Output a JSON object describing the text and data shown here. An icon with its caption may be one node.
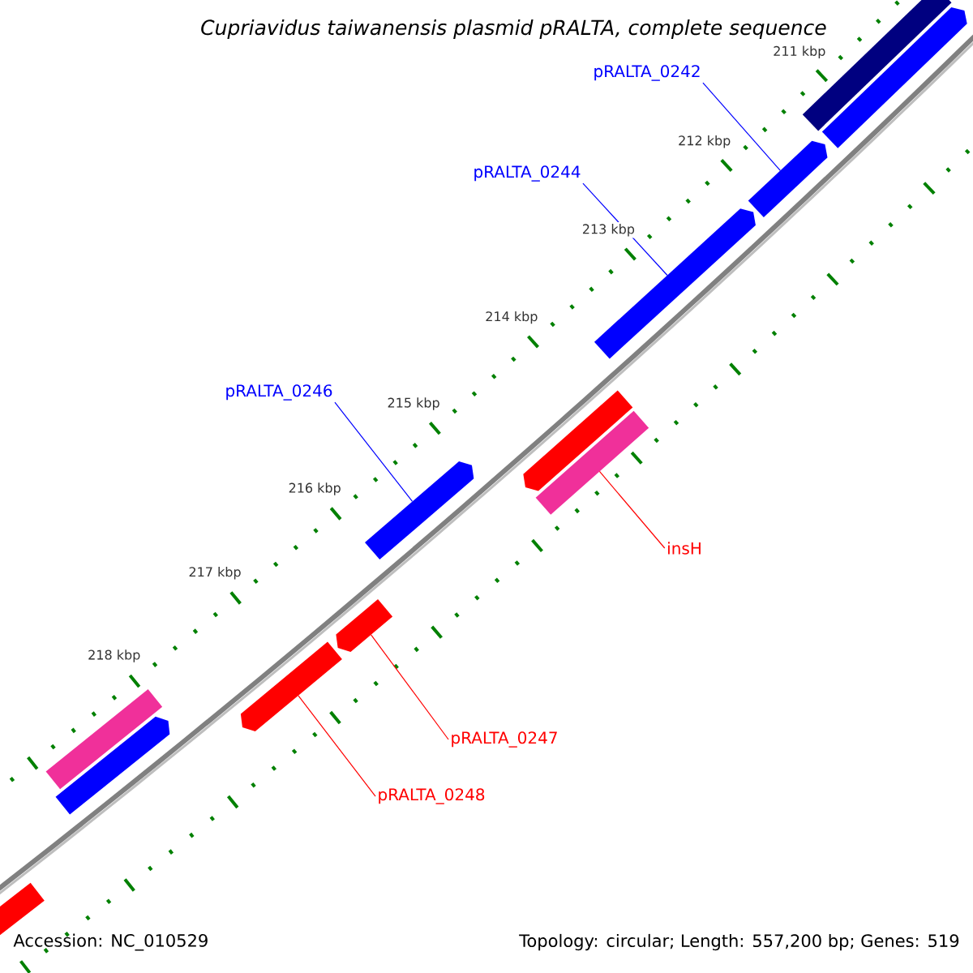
{
  "diagram": {
    "title": "Cupriavidus taiwanensis plasmid pRALTA, complete sequence",
    "nodes": [
      {
        "text": [
          "pRALTA_0242"
        ]
      },
      {
        "text": [],
        "shape": "arrow"
      },
      {
        "text": [
          "pRALTA_0244"
        ]
      },
      {
        "text": [],
        "shape": "arrow"
      },
      {
        "text": [
          "pRALTA_0246"
        ]
      },
      {
        "text": [],
        "shape": "arrow"
      },
      {
        "text": [
          "insH"
        ]
      },
      {
        "text": [],
        "shape": "box"
      },
      {
        "text": [
          "pRALTA_0247"
        ]
      },
      {
        "text": [],
        "shape": "arrow"
      },
      {
        "text": [
          "pRALTA_0248"
        ]
      },
      {
        "text": [],
        "shape": "arrow"
      },
      {
        "text": [],
        "shape": "box"
      },
      {
        "text": [],
        "shape": "arrow"
      },
      {
        "text": [],
        "shape": "arrow"
      },
      {
        "text": [],
        "shape": "box"
      },
      {
        "text": [],
        "shape": "arrow"
      },
      {
        "text": [],
        "shape": "arrow"
      }
    ],
    "edges": [
      {
        "from": 0,
        "to": 1,
        "arrow": "none",
        "color": "#0000ff"
      },
      {
        "from": 2,
        "to": 3,
        "arrow": "none",
        "color": "#0000ff"
      },
      {
        "from": 4,
        "to": 5,
        "arrow": "none",
        "color": "#0000ff"
      },
      {
        "from": 6,
        "to": 7,
        "arrow": "none",
        "color": "#ff0000"
      },
      {
        "from": 8,
        "to": 9,
        "arrow": "none",
        "color": "#ff0000"
      },
      {
        "from": 10,
        "to": 11,
        "arrow": "none",
        "color": "#ff0000"
      }
    ],
    "labels": [
      "211 kbp",
      "212 kbp",
      "213 kbp",
      "214 kbp",
      "215 kbp",
      "216 kbp",
      "217 kbp",
      "218 kbp",
      "Accession: NC_010529",
      "Topology: circular; Length: 557,200 bp; Genes: 519"
    ]
  }
}
